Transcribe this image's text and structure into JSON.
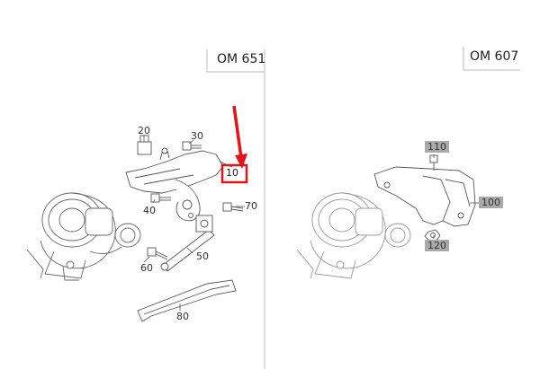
{
  "panels": [
    {
      "title": "OM 651"
    },
    {
      "title": "OM 607"
    }
  ],
  "left_callouts": [
    {
      "id": "20",
      "label": "20"
    },
    {
      "id": "30",
      "label": "30"
    },
    {
      "id": "10",
      "label": "10",
      "selected": true
    },
    {
      "id": "40",
      "label": "40"
    },
    {
      "id": "70",
      "label": "70"
    },
    {
      "id": "50",
      "label": "50"
    },
    {
      "id": "60",
      "label": "60"
    },
    {
      "id": "80",
      "label": "80"
    }
  ],
  "right_callouts": [
    {
      "id": "110",
      "label": "110"
    },
    {
      "id": "100",
      "label": "100"
    },
    {
      "id": "120",
      "label": "120"
    }
  ],
  "colors": {
    "highlight": "#e3131b",
    "callout_bg": "#a9a9a9",
    "line": "#555555",
    "divider": "#bbbbbb"
  },
  "icons": {
    "pointer": "red-arrow-icon"
  }
}
